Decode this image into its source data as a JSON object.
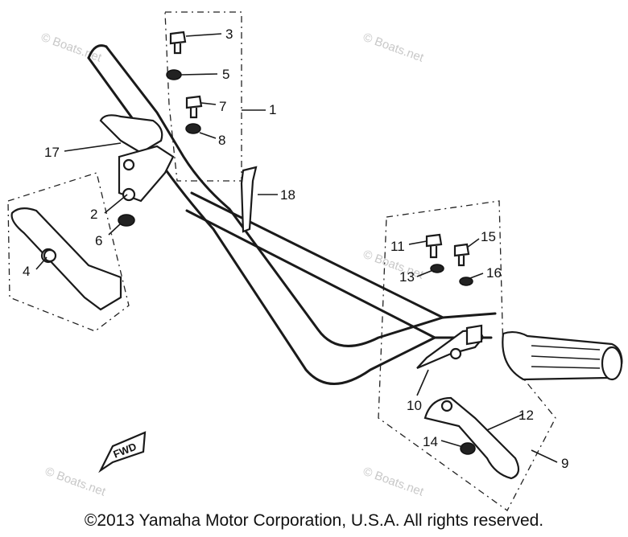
{
  "callouts": {
    "c1": "1",
    "c2": "2",
    "c3": "3",
    "c4": "4",
    "c5": "5",
    "c6": "6",
    "c7": "7",
    "c8": "8",
    "c9": "9",
    "c10": "10",
    "c11": "11",
    "c12": "12",
    "c13": "13",
    "c14": "14",
    "c15": "15",
    "c16": "16",
    "c17": "17",
    "c18": "18"
  },
  "watermark": "© Boats.net",
  "fwd_label": "FWD",
  "copyright": "©2013 Yamaha Motor Corporation, U.S.A. All rights reserved."
}
